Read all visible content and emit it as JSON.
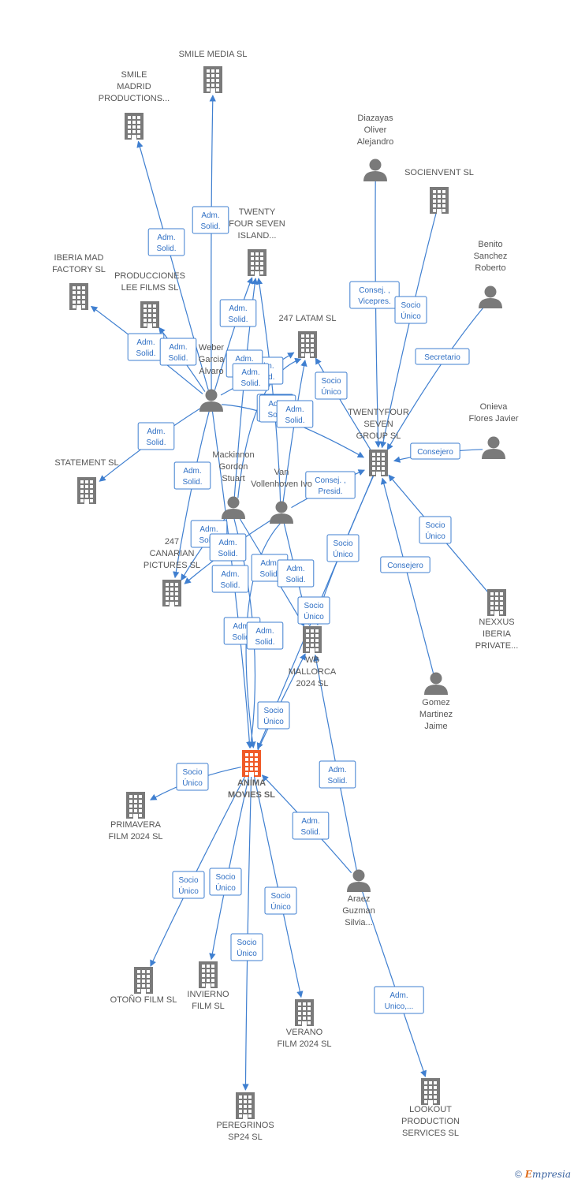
{
  "colors": {
    "edge": "#3f7fd0",
    "node": "#7a7a7a",
    "main": "#f05a28",
    "label": "#555555"
  },
  "nodes": [
    {
      "id": "smile_media",
      "type": "company",
      "label": [
        "SMILE MEDIA SL"
      ]
    },
    {
      "id": "smile_madrid",
      "type": "company",
      "label": [
        "SMILE",
        "MADRID",
        "PRODUCTIONS..."
      ]
    },
    {
      "id": "diazayas",
      "type": "person",
      "label": [
        "Diazayas",
        "Oliver",
        "Alejandro"
      ]
    },
    {
      "id": "socievent",
      "type": "company",
      "label": [
        "SOCIENVENT SL"
      ]
    },
    {
      "id": "twentyfour_island",
      "type": "company",
      "label": [
        "TWENTY",
        "FOUR SEVEN",
        "ISLAND..."
      ]
    },
    {
      "id": "benito",
      "type": "person",
      "label": [
        "Benito",
        "Sanchez",
        "Roberto"
      ]
    },
    {
      "id": "iberia_mad",
      "type": "company",
      "label": [
        "IBERIA MAD",
        "FACTORY  SL"
      ]
    },
    {
      "id": "lee_films",
      "type": "company",
      "label": [
        "PRODUCCIONES",
        "LEE FILMS SL"
      ]
    },
    {
      "id": "latam",
      "type": "company",
      "label": [
        "247 LATAM  SL"
      ]
    },
    {
      "id": "weber",
      "type": "person",
      "label": [
        "Weber",
        "Garcia",
        "Alvaro"
      ]
    },
    {
      "id": "twentyfour_group",
      "type": "company",
      "label": [
        "TWENTYFOUR",
        "SEVEN",
        "GROUP  SL"
      ]
    },
    {
      "id": "onieva",
      "type": "person",
      "label": [
        "Onieva",
        "Flores Javier"
      ]
    },
    {
      "id": "statement",
      "type": "company",
      "label": [
        "STATEMENT  SL"
      ]
    },
    {
      "id": "mackinnon",
      "type": "person",
      "label": [
        "Mackinnon",
        "Gordon",
        "Stuart"
      ]
    },
    {
      "id": "van",
      "type": "person",
      "label": [
        "Van",
        "Vollenhoven Ivo"
      ]
    },
    {
      "id": "canarian",
      "type": "company",
      "label": [
        "247",
        "CANARIAN",
        "PICTURES  SL"
      ]
    },
    {
      "id": "nexxus",
      "type": "company",
      "label": [
        "NEXXUS",
        "IBERIA",
        "PRIVATE..."
      ]
    },
    {
      "id": "wb_mallorca",
      "type": "company",
      "label": [
        "WB",
        "MALLORCA",
        "2024  SL"
      ]
    },
    {
      "id": "gomez",
      "type": "person",
      "label": [
        "Gomez",
        "Martinez",
        "Jaime"
      ]
    },
    {
      "id": "anima",
      "type": "main",
      "label": [
        "ANIMA",
        "MOVIES  SL"
      ]
    },
    {
      "id": "primavera",
      "type": "company",
      "label": [
        "PRIMAVERA",
        "FILM 2024  SL"
      ]
    },
    {
      "id": "araez",
      "type": "person",
      "label": [
        "Araez",
        "Guzman",
        "Silvia..."
      ]
    },
    {
      "id": "otono",
      "type": "company",
      "label": [
        "OTOÑO FILM  SL"
      ]
    },
    {
      "id": "invierno",
      "type": "company",
      "label": [
        "INVIERNO",
        "FILM  SL"
      ]
    },
    {
      "id": "verano",
      "type": "company",
      "label": [
        "VERANO",
        "FILM 2024  SL"
      ]
    },
    {
      "id": "peregrinos",
      "type": "company",
      "label": [
        "PEREGRINOS",
        "SP24  SL"
      ]
    },
    {
      "id": "lookout",
      "type": "company",
      "label": [
        "LOOKOUT",
        "PRODUCTION",
        "SERVICES SL"
      ]
    }
  ],
  "edges": [
    {
      "from": "weber",
      "to": "smile_media",
      "label": [
        "Adm.",
        "Solid."
      ]
    },
    {
      "from": "weber",
      "to": "smile_madrid",
      "label": [
        "Adm.",
        "Solid."
      ]
    },
    {
      "from": "weber",
      "to": "twentyfour_island",
      "label": [
        "Adm.",
        "Solid."
      ]
    },
    {
      "from": "weber",
      "to": "iberia_mad",
      "label": [
        "Adm.",
        "Solid."
      ]
    },
    {
      "from": "weber",
      "to": "lee_films",
      "label": [
        "Adm.",
        "Solid."
      ]
    },
    {
      "from": "weber",
      "to": "latam",
      "label": [
        "Adm.",
        "Solid."
      ]
    },
    {
      "from": "weber",
      "to": "statement",
      "label": [
        "Adm.",
        "Solid."
      ]
    },
    {
      "from": "weber",
      "to": "canarian",
      "label": [
        "Adm.",
        "Solid."
      ]
    },
    {
      "from": "weber",
      "to": "twentyfour_group",
      "label": [
        "Adm.",
        "Solid."
      ]
    },
    {
      "from": "weber",
      "to": "anima",
      "label": [
        "Adm.",
        "Solid."
      ]
    },
    {
      "from": "mackinnon",
      "to": "twentyfour_island",
      "label": [
        "Adm.",
        "Solid."
      ]
    },
    {
      "from": "mackinnon",
      "to": "latam",
      "label": [
        "Adm.",
        "Solid."
      ]
    },
    {
      "from": "mackinnon",
      "to": "canarian",
      "label": [
        "Adm.",
        "Solid."
      ]
    },
    {
      "from": "mackinnon",
      "to": "anima",
      "label": [
        "Adm.",
        "Solid."
      ]
    },
    {
      "from": "mackinnon",
      "to": "wb_mallorca",
      "label": [
        "Adm.",
        "Solid."
      ]
    },
    {
      "from": "van",
      "to": "twentyfour_island",
      "label": [
        "Adm.",
        "Solid."
      ]
    },
    {
      "from": "van",
      "to": "latam",
      "label": [
        "Adm.",
        "Solid."
      ]
    },
    {
      "from": "van",
      "to": "canarian",
      "label": [
        "Adm.",
        "Solid."
      ]
    },
    {
      "from": "van",
      "to": "anima",
      "label": [
        "Adm.",
        "Solid."
      ]
    },
    {
      "from": "van",
      "to": "wb_mallorca",
      "label": [
        "Adm.",
        "Solid."
      ]
    },
    {
      "from": "van",
      "to": "twentyfour_group",
      "label": [
        "Consej. ,",
        "Presid."
      ]
    },
    {
      "from": "diazayas",
      "to": "twentyfour_group",
      "label": [
        "Consej. ,",
        "Vicepres."
      ]
    },
    {
      "from": "socievent",
      "to": "twentyfour_group",
      "label": [
        "Socio",
        "Único"
      ]
    },
    {
      "from": "benito",
      "to": "twentyfour_group",
      "label": [
        "Secretario"
      ]
    },
    {
      "from": "onieva",
      "to": "twentyfour_group",
      "label": [
        "Consejero"
      ]
    },
    {
      "from": "nexxus",
      "to": "twentyfour_group",
      "label": [
        "Socio",
        "Único"
      ]
    },
    {
      "from": "gomez",
      "to": "twentyfour_group",
      "label": [
        "Consejero"
      ]
    },
    {
      "from": "twentyfour_group",
      "to": "latam",
      "label": [
        "Socio",
        "Único"
      ]
    },
    {
      "from": "twentyfour_group",
      "to": "anima",
      "label": [
        "Socio",
        "Único"
      ]
    },
    {
      "from": "twentyfour_group",
      "to": "wb_mallorca",
      "label": [
        "Socio",
        "Único"
      ]
    },
    {
      "from": "anima",
      "to": "wb_mallorca",
      "label": [
        "Socio",
        "Único"
      ]
    },
    {
      "from": "anima",
      "to": "primavera",
      "label": [
        "Socio",
        "Único"
      ]
    },
    {
      "from": "anima",
      "to": "otono",
      "label": [
        "Socio",
        "Único"
      ]
    },
    {
      "from": "anima",
      "to": "invierno",
      "label": [
        "Socio",
        "Único"
      ]
    },
    {
      "from": "anima",
      "to": "verano",
      "label": [
        "Socio",
        "Único"
      ]
    },
    {
      "from": "anima",
      "to": "peregrinos",
      "label": [
        "Socio",
        "Único"
      ]
    },
    {
      "from": "araez",
      "to": "anima",
      "label": [
        "Adm.",
        "Solid."
      ]
    },
    {
      "from": "araez",
      "to": "wb_mallorca",
      "label": [
        "Adm.",
        "Solid."
      ]
    },
    {
      "from": "araez",
      "to": "lookout",
      "label": [
        "Adm.",
        "Unico,..."
      ]
    }
  ],
  "footer": {
    "copyright": "©",
    "brand_first": "E",
    "brand_rest": "mpresia"
  }
}
